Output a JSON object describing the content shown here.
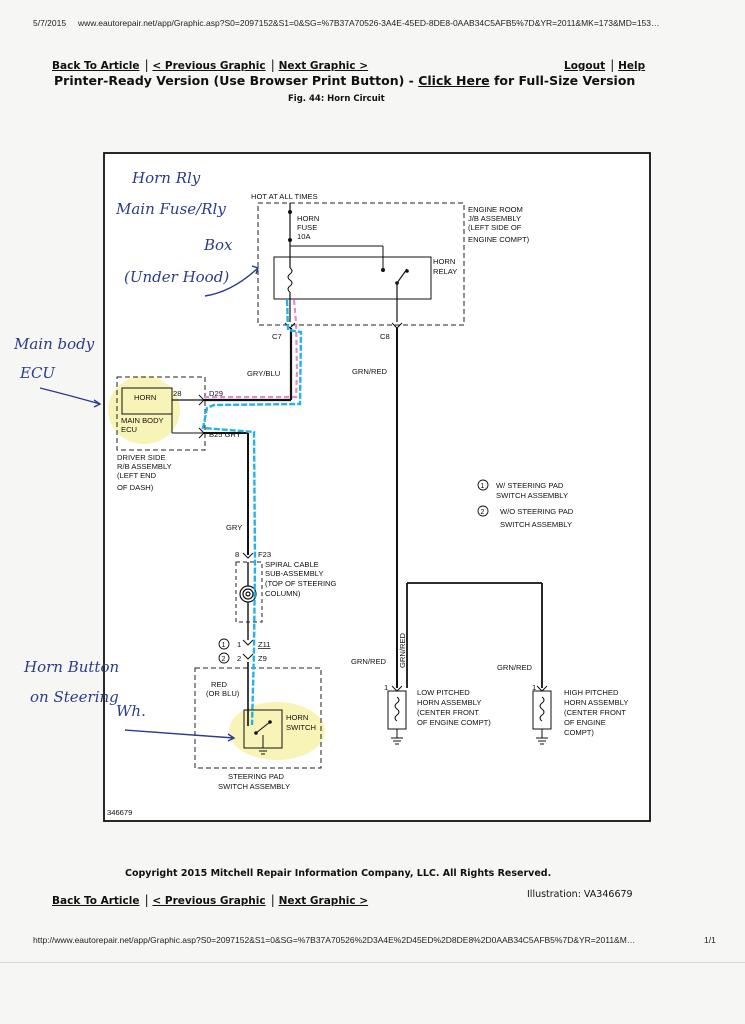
{
  "browser_header": {
    "date": "5/7/2015",
    "url": "www.eautorepair.net/app/Graphic.asp?S0=2097152&S1=0&SG=%7B37A70526-3A4E-45ED-8DE8-0AAB34C5AFB5%7D&YR=2011&MK=173&MD=153…"
  },
  "nav": {
    "back": "Back To Article",
    "prev": "< Previous Graphic",
    "next": "Next Graphic >",
    "logout": "Logout",
    "help": "Help"
  },
  "title": {
    "prefix": "Printer-Ready Version (Use Browser Print Button) - ",
    "link": "Click Here",
    "suffix": " for Full-Size Version"
  },
  "figure_caption": "Fig. 44: Horn Circuit",
  "diagram": {
    "hot_at_all_times": "HOT AT ALL TIMES",
    "fuse": [
      "HORN",
      "FUSE",
      "10A"
    ],
    "jb": [
      "ENGINE ROOM",
      "J/B ASSEMBLY",
      "(LEFT SIDE OF",
      "ENGINE COMPT)"
    ],
    "relay": [
      "HORN",
      "RELAY"
    ],
    "c7": "C7",
    "c8": "C8",
    "gry_blu": "GRY/BLU",
    "grn_red": "GRN/RED",
    "ecu_horn": "HORN",
    "ecu_name": [
      "MAIN BODY",
      "ECU"
    ],
    "pin_28": "28",
    "d29": "D29",
    "b25_gry": "B25 GRY",
    "driver_rb": [
      "DRIVER SIDE",
      "R/B ASSEMBLY",
      "(LEFT END",
      "OF DASH)"
    ],
    "legend": [
      {
        "num": "1",
        "text": [
          "W/ STEERING PAD",
          "SWITCH ASSEMBLY"
        ]
      },
      {
        "num": "2",
        "text": [
          "W/O STEERING PAD",
          "SWITCH ASSEMBLY"
        ]
      }
    ],
    "gry": "GRY",
    "pin_8": "8",
    "f23": "F23",
    "spiral": [
      "SPIRAL CABLE",
      "SUB-ASSEMBLY",
      "(TOP OF STEERING",
      "COLUMN)"
    ],
    "z11_row": {
      "c": "1",
      "n": "1",
      "pin": "Z11"
    },
    "z9_row": {
      "c": "2",
      "n": "2",
      "pin": "Z9"
    },
    "red_or_blu": [
      "RED",
      "(OR BLU)"
    ],
    "horn_switch": [
      "HORN",
      "SWITCH"
    ],
    "steering_pad": [
      "STEERING PAD",
      "SWITCH ASSEMBLY"
    ],
    "low_horn": [
      "LOW PITCHED",
      "HORN ASSEMBLY",
      "(CENTER FRONT",
      "OF ENGINE COMPT)"
    ],
    "high_horn": [
      "HIGH PITCHED",
      "HORN ASSEMBLY",
      "(CENTER FRONT",
      "OF ENGINE",
      "COMPT)"
    ],
    "pin_1": "1",
    "drawing_number": "346679",
    "handwritten": {
      "horn_rly": [
        "Horn Rly",
        "Main Fuse/Rly",
        "Box",
        "(Under Hood)"
      ],
      "main_body_ecu": [
        "Main body",
        "ECU"
      ],
      "horn_button": [
        "Horn Button",
        "on Steering",
        "Wh."
      ]
    }
  },
  "copyright": "Copyright 2015 Mitchell Repair Information Company, LLC.  All Rights Reserved.",
  "illustration": "Illustration:  VA346679",
  "browser_footer": {
    "url": "http://www.eautorepair.net/app/Graphic.asp?S0=2097152&S1=0&SG=%7B37A70526%2D3A4E%2D45ED%2D8DE8%2D0AAB34C5AFB5%7D&YR=2011&M…",
    "page": "1/1"
  },
  "colors": {
    "ink": "#111111",
    "pink_trace": "#e58ad0",
    "cyan_trace": "#22b4e6",
    "yellow_highlight": "#f4ea8a",
    "handwriting": "#2c3c8c"
  }
}
